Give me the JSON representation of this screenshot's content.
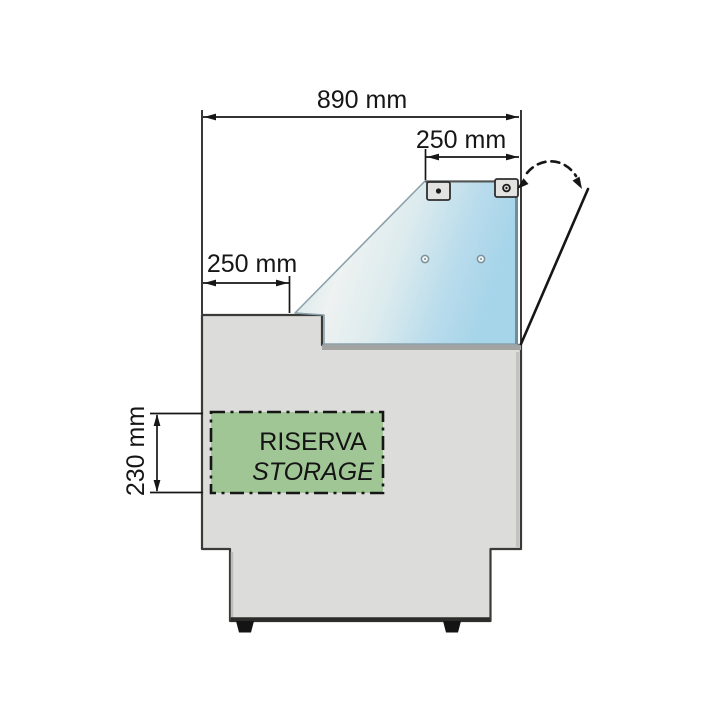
{
  "diagram": {
    "description": "side-section technical drawing of a refrigerated display counter with lift-up front glass",
    "dims": {
      "overall_width": "890 mm",
      "glass_top_depth": "250 mm",
      "left_shelf_depth": "250 mm",
      "storage_height": "230 mm"
    },
    "storage": {
      "line1": "RISERVA",
      "line2": "STORAGE"
    },
    "colors": {
      "body_gray": "#dcdcda",
      "body_outline": "#3a3a38",
      "glass_blue": "#a6d4e9",
      "glass_light": "#eef2f1",
      "storage_green": "#a0c696",
      "dimension_black": "#161616"
    }
  }
}
